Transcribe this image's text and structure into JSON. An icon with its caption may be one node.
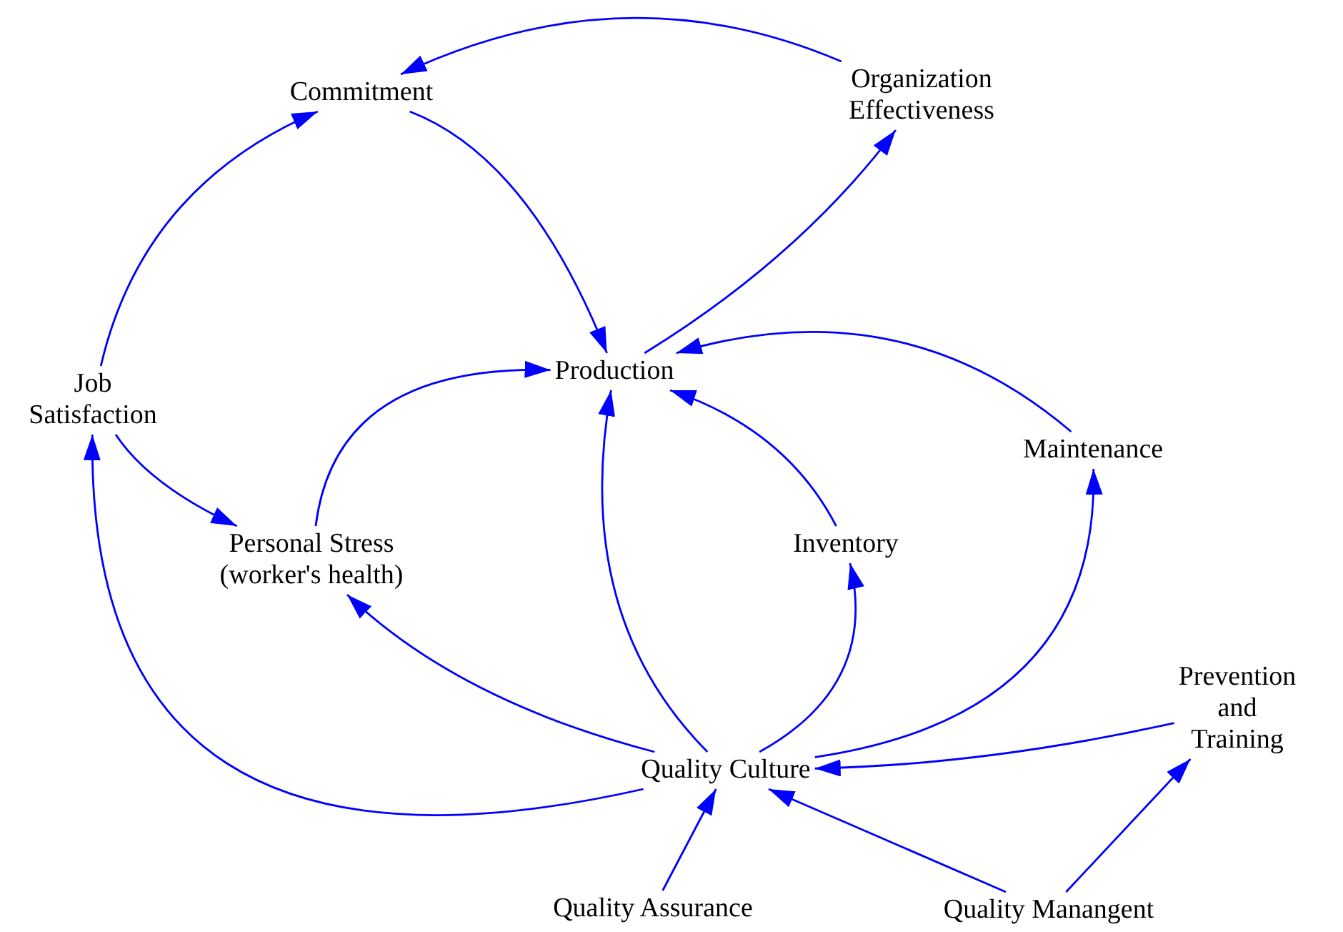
{
  "diagram": {
    "nodes": [
      {
        "text": [
          "Commitment"
        ]
      },
      {
        "text": [
          "Organization Effectiveness"
        ]
      },
      {
        "text": [
          "Production"
        ]
      },
      {
        "text": [
          "Job Satisfaction"
        ]
      },
      {
        "text": [
          "Maintenance"
        ]
      },
      {
        "text": [
          "Personal Stress (worker's health)"
        ]
      },
      {
        "text": [
          "Inventory"
        ]
      },
      {
        "text": [
          "Prevention and Training"
        ]
      },
      {
        "text": [
          "Quality Culture"
        ]
      },
      {
        "text": [
          "Quality Assurance"
        ]
      },
      {
        "text": [
          "Quality Manangent"
        ]
      }
    ],
    "edges": [
      {
        "from": 1,
        "to": 0,
        "arrow": "to"
      },
      {
        "from": 0,
        "to": 2,
        "arrow": "to"
      },
      {
        "from": 2,
        "to": 1,
        "arrow": "to"
      },
      {
        "from": 3,
        "to": 0,
        "arrow": "to"
      },
      {
        "from": 3,
        "to": 5,
        "arrow": "to"
      },
      {
        "from": 5,
        "to": 2,
        "arrow": "to"
      },
      {
        "from": 4,
        "to": 2,
        "arrow": "to"
      },
      {
        "from": 6,
        "to": 2,
        "arrow": "to"
      },
      {
        "from": 8,
        "to": 2,
        "arrow": "to"
      },
      {
        "from": 8,
        "to": 3,
        "arrow": "to"
      },
      {
        "from": 8,
        "to": 5,
        "arrow": "to"
      },
      {
        "from": 8,
        "to": 6,
        "arrow": "to"
      },
      {
        "from": 8,
        "to": 4,
        "arrow": "to"
      },
      {
        "from": 7,
        "to": 8,
        "arrow": "to"
      },
      {
        "from": 9,
        "to": 8,
        "arrow": "to"
      },
      {
        "from": 10,
        "to": 8,
        "arrow": "to"
      },
      {
        "from": 10,
        "to": 7,
        "arrow": "to"
      }
    ]
  }
}
